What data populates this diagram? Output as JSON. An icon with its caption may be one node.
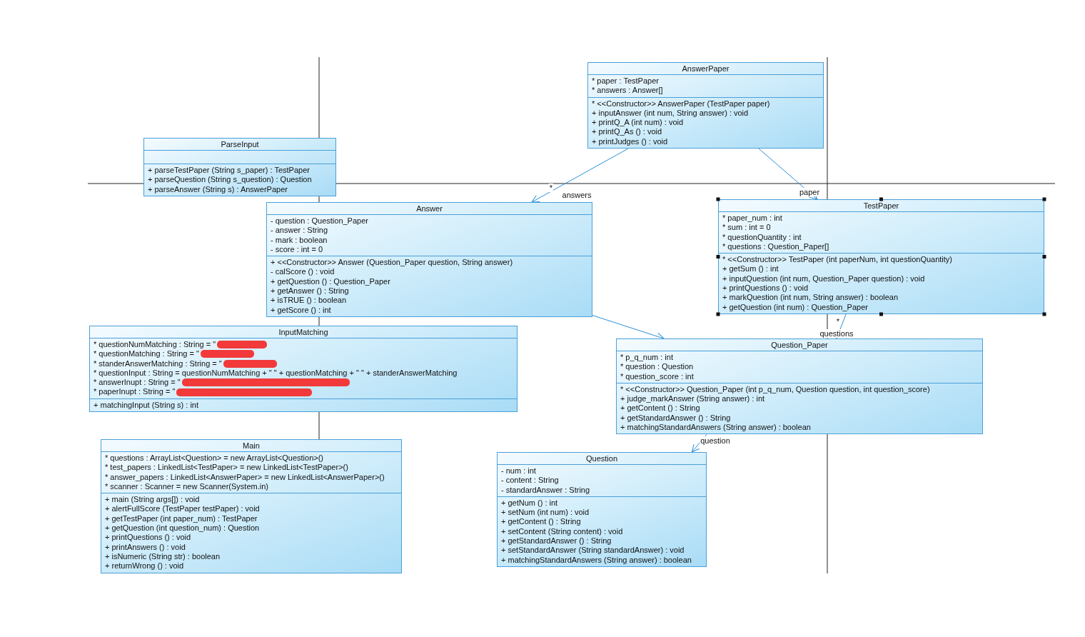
{
  "diagram": {
    "nodes": [
      {
        "text": [
          "AnswerPaper"
        ]
      },
      {
        "text": [
          "* paper : TestPaper",
          "* answers : Answer[]"
        ],
        "in": 0
      },
      {
        "text": [
          "* <<Constructor>> AnswerPaper (TestPaper paper)",
          "+ inputAnswer (int num, String answer) : void",
          "+ printQ_A (int num) : void",
          "+ printQ_As () : void",
          "+ printJudges () : void"
        ],
        "in": 0
      },
      {
        "text": [
          "ParseInput"
        ]
      },
      {
        "text": [],
        "shape": "box",
        "in": 3
      },
      {
        "text": [
          "+ parseTestPaper (String s_paper) : TestPaper",
          "+ parseQuestion (String s_question) : Question",
          "+ parseAnswer (String s) : AnswerPaper"
        ],
        "in": 3
      },
      {
        "text": [
          "Answer"
        ]
      },
      {
        "text": [
          "- question : Question_Paper",
          "- answer : String",
          "- mark : boolean",
          "- score : int = 0"
        ],
        "in": 6
      },
      {
        "text": [
          "+ <<Constructor>> Answer (Question_Paper question, String answer)",
          "- calScore () : void",
          "+ getQuestion () : Question_Paper",
          "+ getAnswer () : String",
          "+ isTRUE () : boolean",
          "+ getScore () : int"
        ],
        "in": 6
      },
      {
        "text": [
          "TestPaper"
        ]
      },
      {
        "text": [
          "* paper_num : int",
          "* sum : int = 0",
          "* questionQuantity : int",
          "* questions : Question_Paper[]"
        ],
        "in": 9
      },
      {
        "text": [
          "* <<Constructor>> TestPaper (int paperNum, int questionQuantity)",
          "+ getSum () : int",
          "+ inputQuestion (int num, Question_Paper question) : void",
          "+ printQuestions () : void",
          "+ markQuestion (int num, String answer) : boolean",
          "+ getQuestion (int num) : Question_Paper"
        ],
        "in": 9
      },
      {
        "text": [
          "InputMatching"
        ]
      },
      {
        "text": [
          "* questionNumMatching : String = \"",
          "* questionMatching : String = \"",
          "* standerAnswerMatching : String = \"",
          "* questionInput : String = questionNumMatching + \" \" + questionMatching + \" \" + standerAnswerMatching",
          "* answerInupt : String = \"",
          "* paperInupt : String = \""
        ],
        "in": 12
      },
      {
        "text": [
          "+ matchingInput (String s) : int"
        ],
        "in": 12
      },
      {
        "text": [
          "Question_Paper"
        ]
      },
      {
        "text": [
          "* p_q_num : int",
          "* question : Question",
          "* question_score : int"
        ],
        "in": 15
      },
      {
        "text": [
          "* <<Constructor>> Question_Paper (int p_q_num, Question question, int question_score)",
          "+ judge_markAnswer (String answer) : int",
          "+ getContent () : String",
          "+ getStandardAnswer () : String",
          "+ matchingStandardAnswers (String answer) : boolean"
        ],
        "in": 15
      },
      {
        "text": [
          "Main"
        ]
      },
      {
        "text": [
          "* questions : ArrayList<Question> = new ArrayList<Question>()",
          "* test_papers : LinkedList<TestPaper> = new LinkedList<TestPaper>()",
          "* answer_papers : LinkedList<AnswerPaper> = new LinkedList<AnswerPaper>()",
          "* scanner : Scanner = new Scanner(System.in)"
        ],
        "in": 18
      },
      {
        "text": [
          "+ main (String args[]) : void",
          "+ alertFullScore (TestPaper testPaper) : void",
          "+ getTestPaper (int paper_num) : TestPaper",
          "+ getQuestion (int question_num) : Question",
          "+ printQuestions () : void",
          "+ printAnswers () : void",
          "+ isNumeric (String str) : boolean",
          "+ returnWrong () : void"
        ],
        "in": 18
      },
      {
        "text": [
          "Question"
        ]
      },
      {
        "text": [
          "- num : int",
          "- content : String",
          "- standardAnswer : String"
        ],
        "in": 21
      },
      {
        "text": [
          "+ getNum () : int",
          "+ setNum (int num) : void",
          "+ getContent () : String",
          "+ setContent (String content) : void",
          "+ getStandardAnswer () : String",
          "+ setStandardAnswer (String standardAnswer) : void",
          "+ matchingStandardAnswers (String answer) : boolean"
        ],
        "in": 21
      }
    ],
    "edges": [
      {
        "from": 0,
        "to": 6,
        "arrow": "to",
        "label": "answers"
      },
      {
        "from": 0,
        "to": 9,
        "arrow": "to",
        "label": "paper"
      },
      {
        "from": 9,
        "to": 15,
        "arrow": "to",
        "label": "questions"
      },
      {
        "from": 6,
        "to": 15,
        "arrow": "to"
      },
      {
        "from": 15,
        "to": 21,
        "arrow": "to",
        "label": "question"
      }
    ],
    "labels": [
      "*",
      "*"
    ]
  }
}
